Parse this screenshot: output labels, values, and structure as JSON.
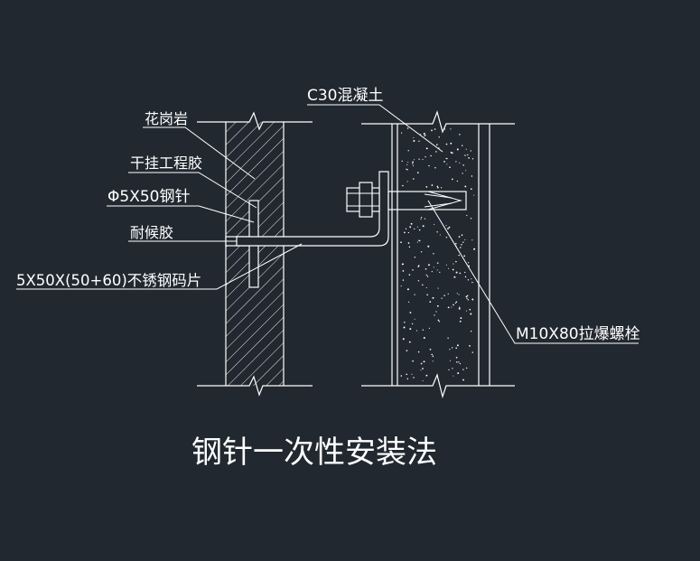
{
  "labels": {
    "granite": "花岗岩",
    "epoxy": "干挂工程胶",
    "pin": "Φ5X50钢针",
    "sealant": "耐候胶",
    "bracket": "5X50X(50+60)不锈钢码片",
    "concrete": "C30混凝土",
    "bolt": "M10X80拉爆螺栓"
  },
  "title": "钢针一次性安装法",
  "colors": {
    "background": "#212830",
    "line": "#ffffff"
  }
}
